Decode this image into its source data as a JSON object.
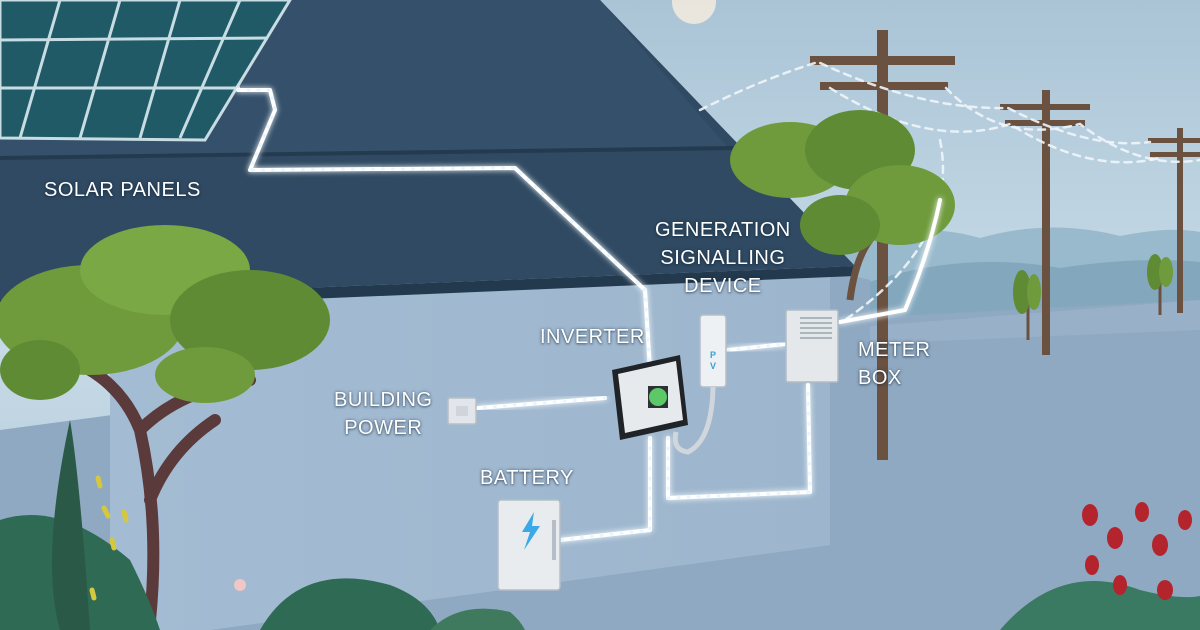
{
  "labels": {
    "solar_panels": [
      "SOLAR PANELS"
    ],
    "generation_device": [
      "GENERATION",
      "SIGNALLING",
      "DEVICE"
    ],
    "inverter": [
      "INVERTER"
    ],
    "meter_box": [
      "METER",
      "BOX"
    ],
    "building_power": [
      "BUILDING",
      "POWER"
    ],
    "battery": [
      "BATTERY"
    ]
  },
  "device_marks": {
    "signalling_device_text": [
      "P",
      "V"
    ]
  },
  "colors": {
    "sky": "#b8cfe0",
    "roof": "#2f4a62",
    "wall": "#a6bfd6",
    "wire_glow": "#ffffff",
    "inverter_screen": "#5fd16a",
    "battery_bolt": "#3aa9e8",
    "foliage": "#6f9b3c",
    "berries": "#b3242d"
  }
}
